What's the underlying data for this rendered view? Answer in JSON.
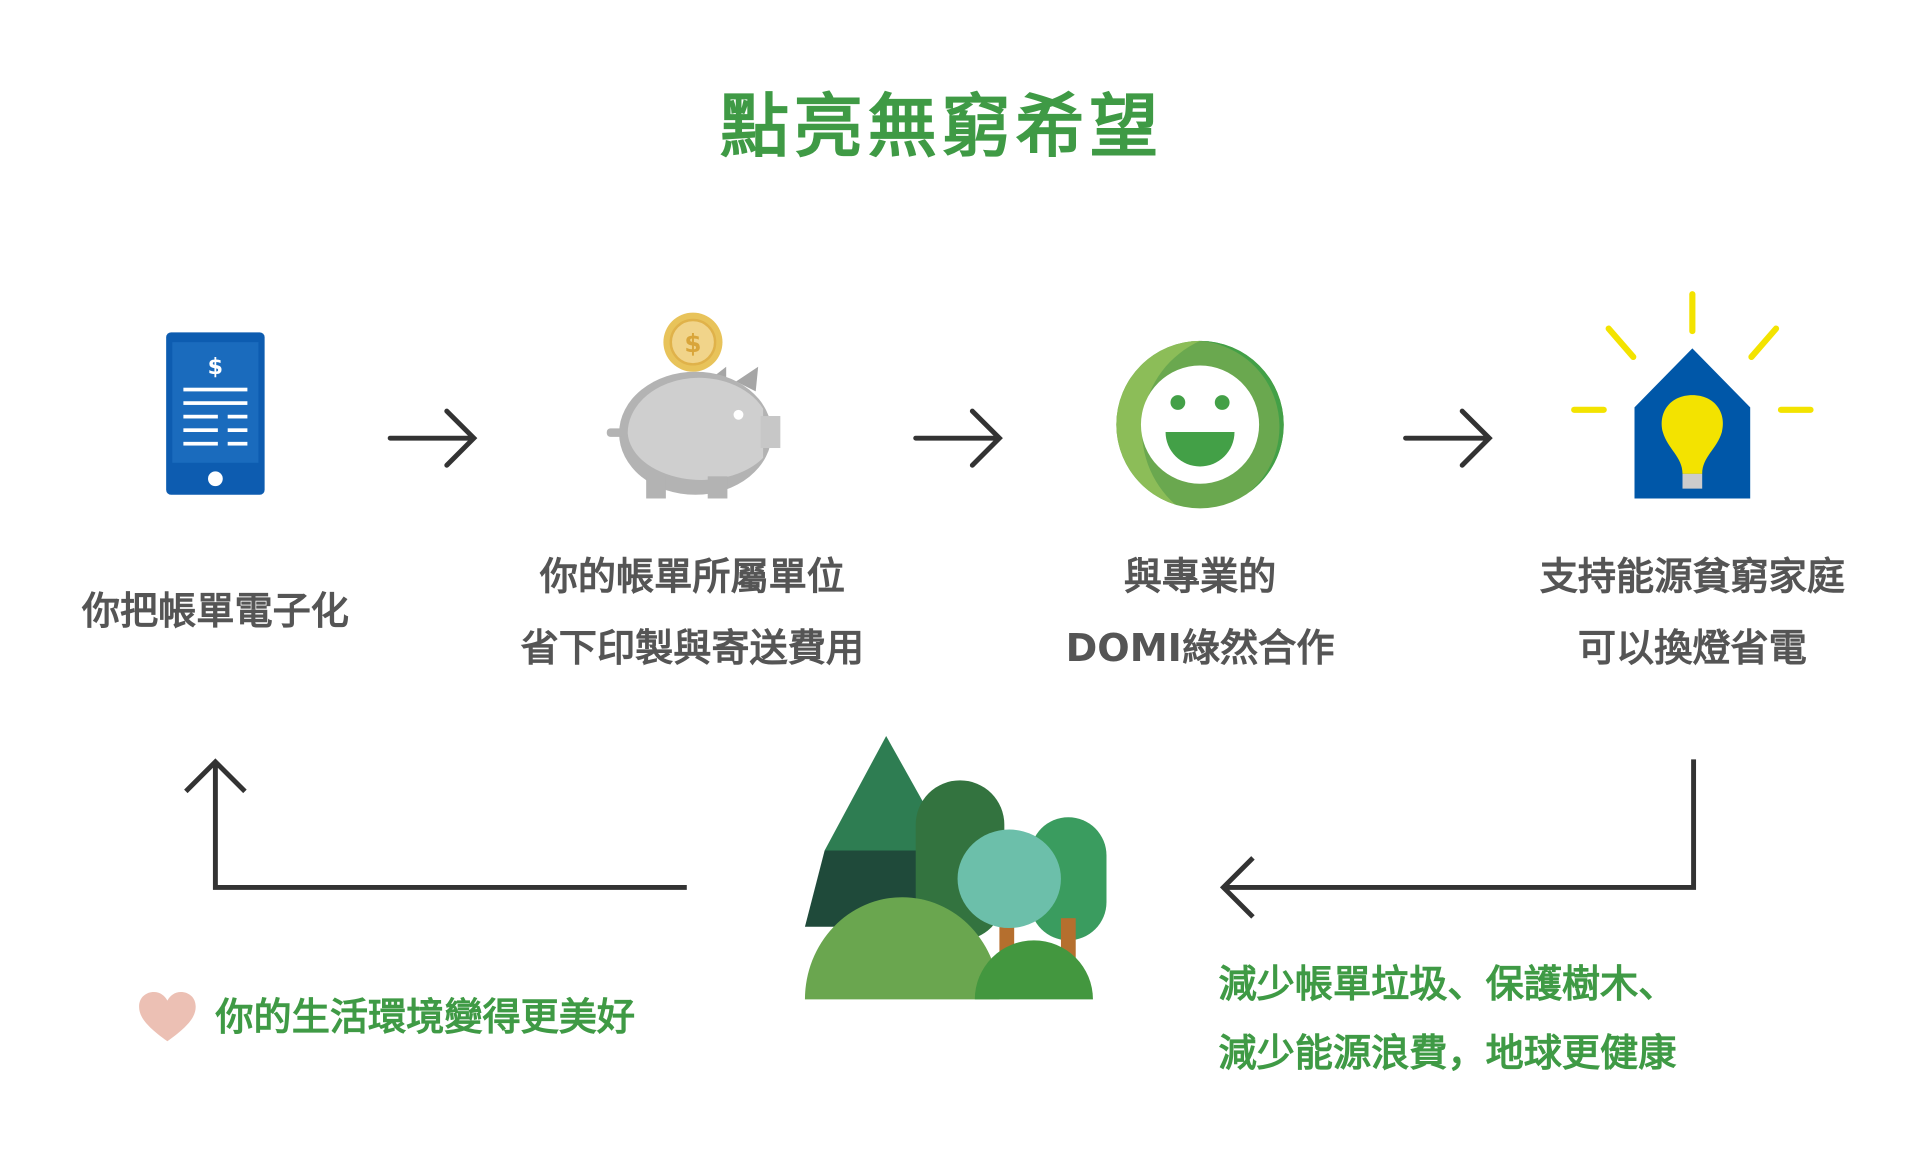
{
  "title": "點亮無窮希望",
  "steps": [
    {
      "icon": "phone-bill-icon",
      "lines": [
        "你把帳單電子化"
      ]
    },
    {
      "icon": "piggy-bank-icon",
      "lines": [
        "你的帳單所屬單位",
        "省下印製與寄送費用"
      ]
    },
    {
      "icon": "domi-smiley-icon",
      "lines": [
        "與專業的",
        "DOMI綠然合作"
      ]
    },
    {
      "icon": "house-lightbulb-icon",
      "lines": [
        "支持能源貧窮家庭",
        "可以換燈省電"
      ]
    }
  ],
  "benefits": [
    "減少帳單垃圾、保護樹木、",
    "減少能源浪費，地球更健康"
  ],
  "result": "你的生活環境變得更美好",
  "colors": {
    "green": "#3f9a45",
    "text": "#555555",
    "blue": "#0057a8",
    "yellow": "#f3e300",
    "heart": "#ecc0b4"
  }
}
